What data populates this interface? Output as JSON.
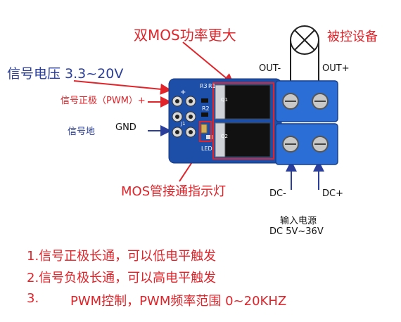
{
  "labels": {
    "dual_mos": "双MOS功率更大",
    "controlled_device": "被控设备",
    "signal_voltage": "信号电压 3.3~20V",
    "out_minus": "OUT-",
    "out_plus": "OUT+",
    "signal_positive": "信号正极（PWM）+",
    "signal_ground": "信号地",
    "gnd": "GND",
    "mos_indicator": "MOS管接通指示灯",
    "dc_minus": "DC-",
    "dc_plus": "DC+",
    "input_power": "输入电源",
    "dc_range": "DC 5V~36V",
    "note1": "1.信号正极长通，可以低电平触发",
    "note2": "2.信号负极长通，可以高电平触发",
    "note3_num": "3.",
    "note3_text": "PWM控制，PWM频率范围 0~20KHZ"
  },
  "board_silkscreen": {
    "r3": "R3",
    "r1": "R1",
    "r2": "R2",
    "q1": "Q1",
    "q2": "Q2",
    "j1": "J1",
    "led": "LED",
    "plus": "+"
  },
  "colors": {
    "red_text": "#e0242a",
    "blue_text": "#2b3f9a",
    "pcb": "#1d4fa8",
    "terminal": "#2b6fd6"
  },
  "icons": {
    "lamp": "lamp-icon",
    "arrow": "arrow-icon"
  }
}
